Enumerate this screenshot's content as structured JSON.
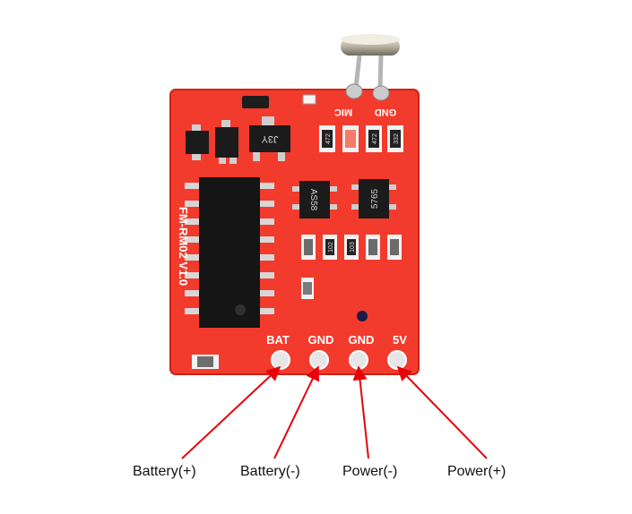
{
  "board": {
    "silkscreen_name": "FM-RM02 V1.0",
    "pad_labels": [
      "BAT",
      "GND",
      "GND",
      "5V"
    ],
    "mic_labels": [
      "MIC",
      "GND"
    ],
    "chip_markings": [
      "J3Y",
      "AS58",
      "5765"
    ],
    "resistor_markings": [
      "472",
      "472",
      "332",
      "102",
      "103"
    ],
    "pcb_color": "#f23b2c",
    "silk_color": "#ffffff"
  },
  "annotations": [
    {
      "label": "Battery(+)"
    },
    {
      "label": "Battery(-)"
    },
    {
      "label": "Power(-)"
    },
    {
      "label": "Power(+)"
    }
  ],
  "arrow_color": "#e8000b"
}
